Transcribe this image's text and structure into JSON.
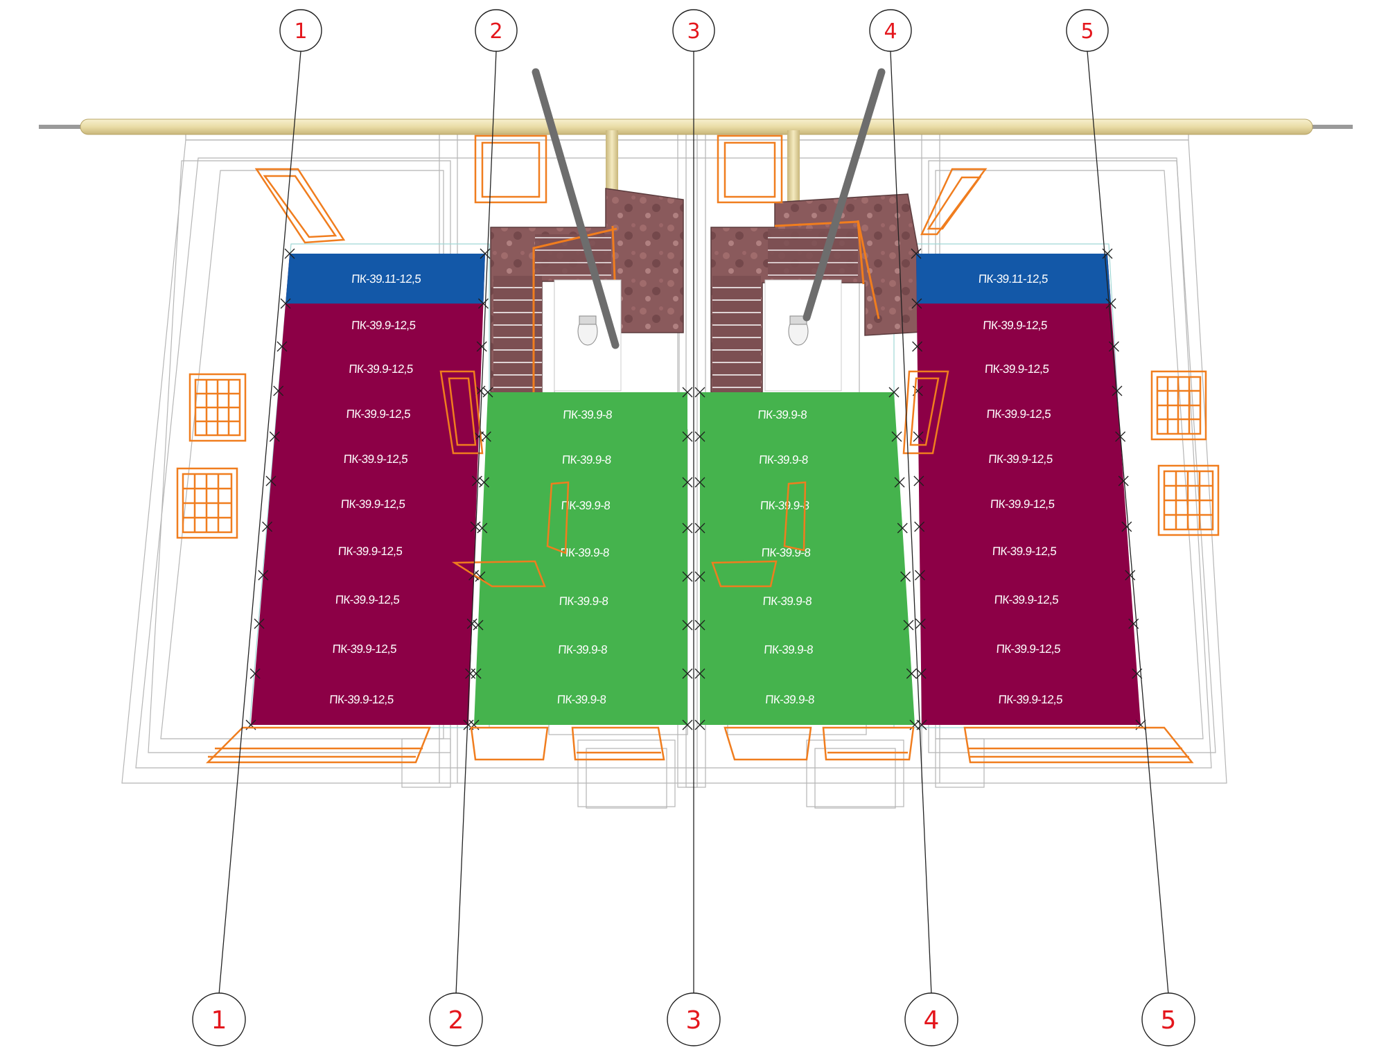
{
  "grid_axes": {
    "top": [
      "1",
      "2",
      "3",
      "4",
      "5"
    ],
    "bottom": [
      "1",
      "2",
      "3",
      "4",
      "5"
    ],
    "label_color": "#e4161c"
  },
  "slab_labels": {
    "left_bay": [
      "ПК-39.11-12,5",
      "ПК-39.9-12,5",
      "ПК-39.9-12,5",
      "ПК-39.9-12,5",
      "ПК-39.9-12,5",
      "ПК-39.9-12,5",
      "ПК-39.9-12,5",
      "ПК-39.9-12,5",
      "ПК-39.9-12,5",
      "ПК-39.9-12,5"
    ],
    "center_left_bay": [
      "ПК-39.9-8",
      "ПК-39.9-8",
      "ПК-39.9-8",
      "ПК-39.9-8",
      "ПК-39.9-8",
      "ПК-39.9-8",
      "ПК-39.9-8"
    ],
    "center_right_bay": [
      "ПК-39.9-8",
      "ПК-39.9-8",
      "ПК-39.9-8",
      "ПК-39.9-8",
      "ПК-39.9-8",
      "ПК-39.9-8",
      "ПК-39.9-8"
    ],
    "right_bay": [
      "ПК-39.11-12,5",
      "ПК-39.9-12,5",
      "ПК-39.9-12,5",
      "ПК-39.9-12,5",
      "ПК-39.9-12,5",
      "ПК-39.9-12,5",
      "ПК-39.9-12,5",
      "ПК-39.9-12,5",
      "ПК-39.9-12,5",
      "ПК-39.9-12,5"
    ]
  },
  "colors": {
    "slab_blue": "#1358a8",
    "slab_maroon": "#8c0046",
    "slab_green": "#45b34d",
    "stair_stone": "#8a5a5c",
    "window_orange": "#f07d1e",
    "pipe_beige": "#ede2b0",
    "axis_line": "#222222"
  }
}
